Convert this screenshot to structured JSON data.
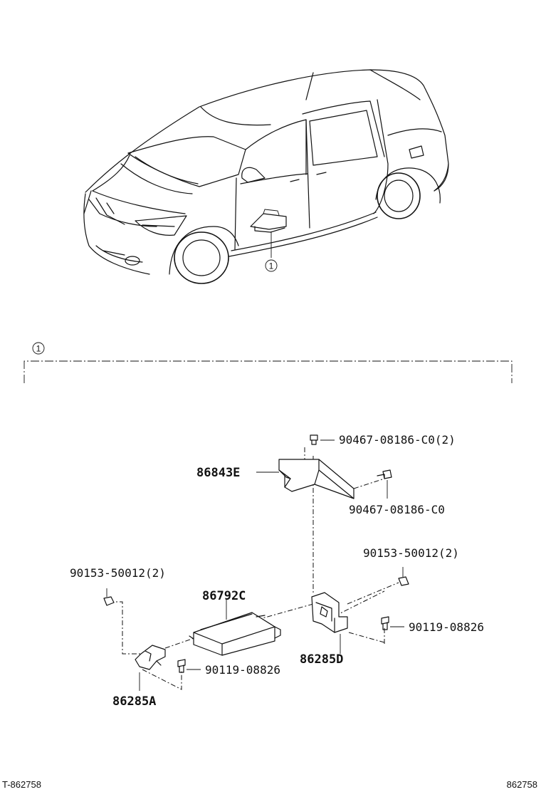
{
  "callout": {
    "ref": "1"
  },
  "parts": {
    "bracket_top": "86843E",
    "bolt_top_left": "90467-08186-C0(2)",
    "bolt_top_right": "90467-08186-C0",
    "nut_left": "90153-50012(2)",
    "nut_right": "90153-50012(2)",
    "ecu": "86792C",
    "bracket_right": "86285D",
    "bracket_left": "86285A",
    "screw_right": "90119-08826",
    "screw_left": "90119-08826"
  },
  "footer": {
    "left_code": "T-862758",
    "right_code": "862758"
  }
}
